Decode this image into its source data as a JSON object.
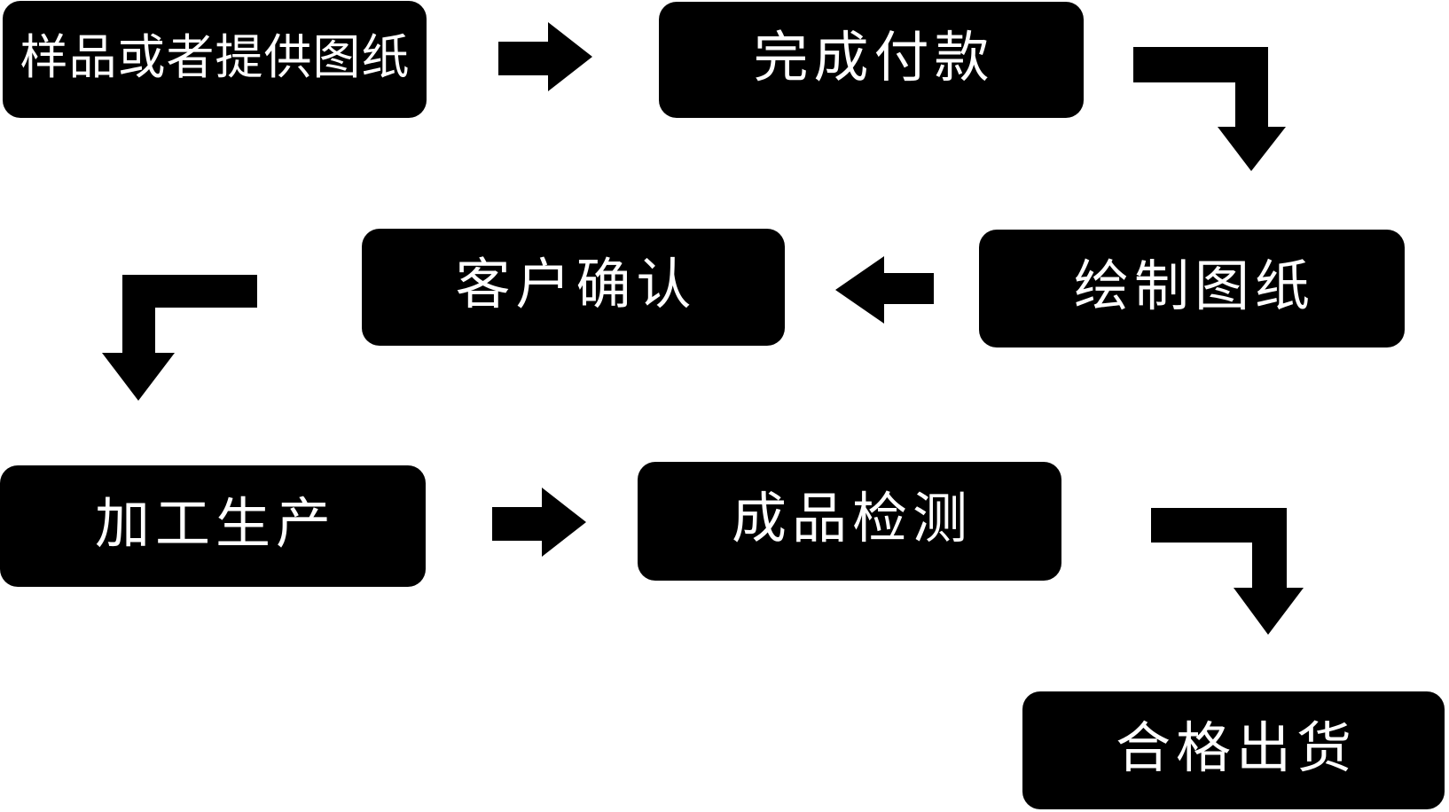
{
  "colors": {
    "background": "#ffffff",
    "node_fill": "#000000",
    "node_text": "#ffffff",
    "arrow": "#000000"
  },
  "nodes": {
    "sample_or_provide_drawings": {
      "label": "样品或者提供图纸"
    },
    "complete_payment": {
      "label": "完成付款"
    },
    "customer_confirmation": {
      "label": "客户确认"
    },
    "draw_drawings": {
      "label": "绘制图纸"
    },
    "processing_production": {
      "label": "加工生产"
    },
    "finished_product_inspection": {
      "label": "成品检测"
    },
    "qualified_shipment": {
      "label": "合格出货"
    }
  },
  "arrows": [
    {
      "name": "arrow-right-icon",
      "from": "sample_or_provide_drawings",
      "to": "complete_payment",
      "direction": "right"
    },
    {
      "name": "arrow-elbow-down-right-icon",
      "from": "complete_payment",
      "to": "draw_drawings",
      "direction": "right-then-down"
    },
    {
      "name": "arrow-left-icon",
      "from": "draw_drawings",
      "to": "customer_confirmation",
      "direction": "left"
    },
    {
      "name": "arrow-elbow-down-left-icon",
      "from": "customer_confirmation",
      "to": "processing_production",
      "direction": "left-then-down"
    },
    {
      "name": "arrow-right-icon",
      "from": "processing_production",
      "to": "finished_product_inspection",
      "direction": "right"
    },
    {
      "name": "arrow-elbow-down-right-icon",
      "from": "finished_product_inspection",
      "to": "qualified_shipment",
      "direction": "right-then-down"
    }
  ]
}
